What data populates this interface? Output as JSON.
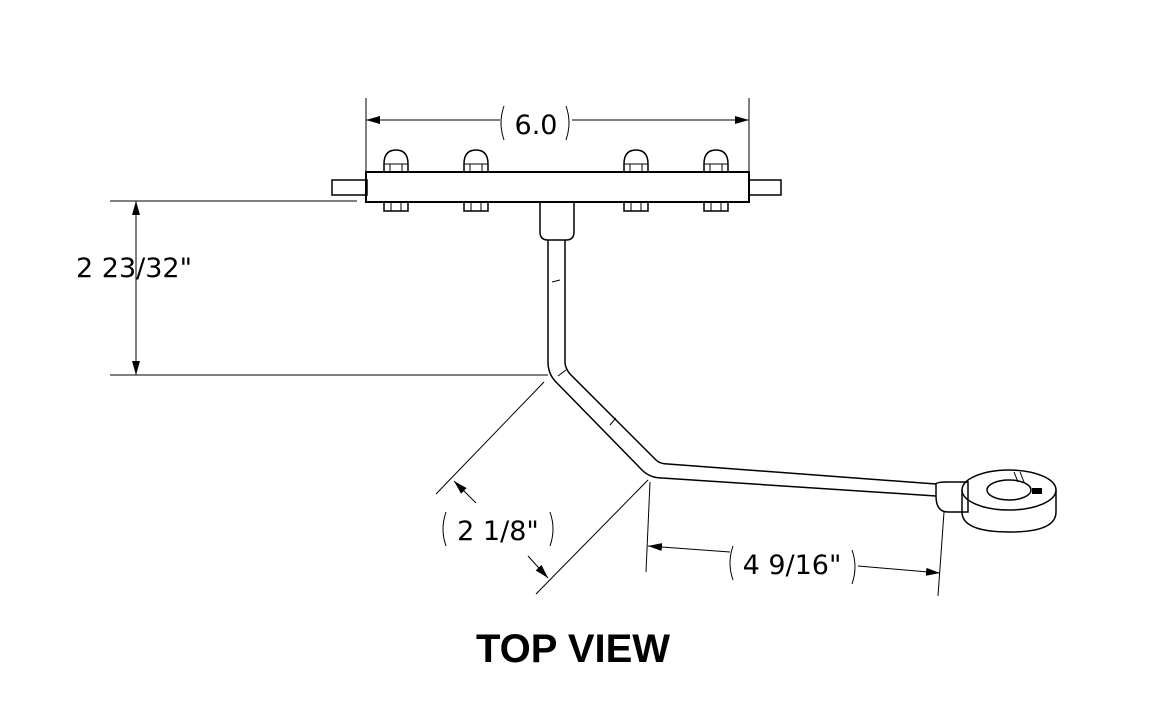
{
  "title": "TOP VIEW",
  "dimensions": {
    "top_width": "6.0",
    "vertical_offset": "2 23/32\"",
    "diagonal_length": "2 1/8\"",
    "horizontal_length": "4 9/16\""
  },
  "colors": {
    "line": "#000000",
    "background": "#ffffff"
  }
}
